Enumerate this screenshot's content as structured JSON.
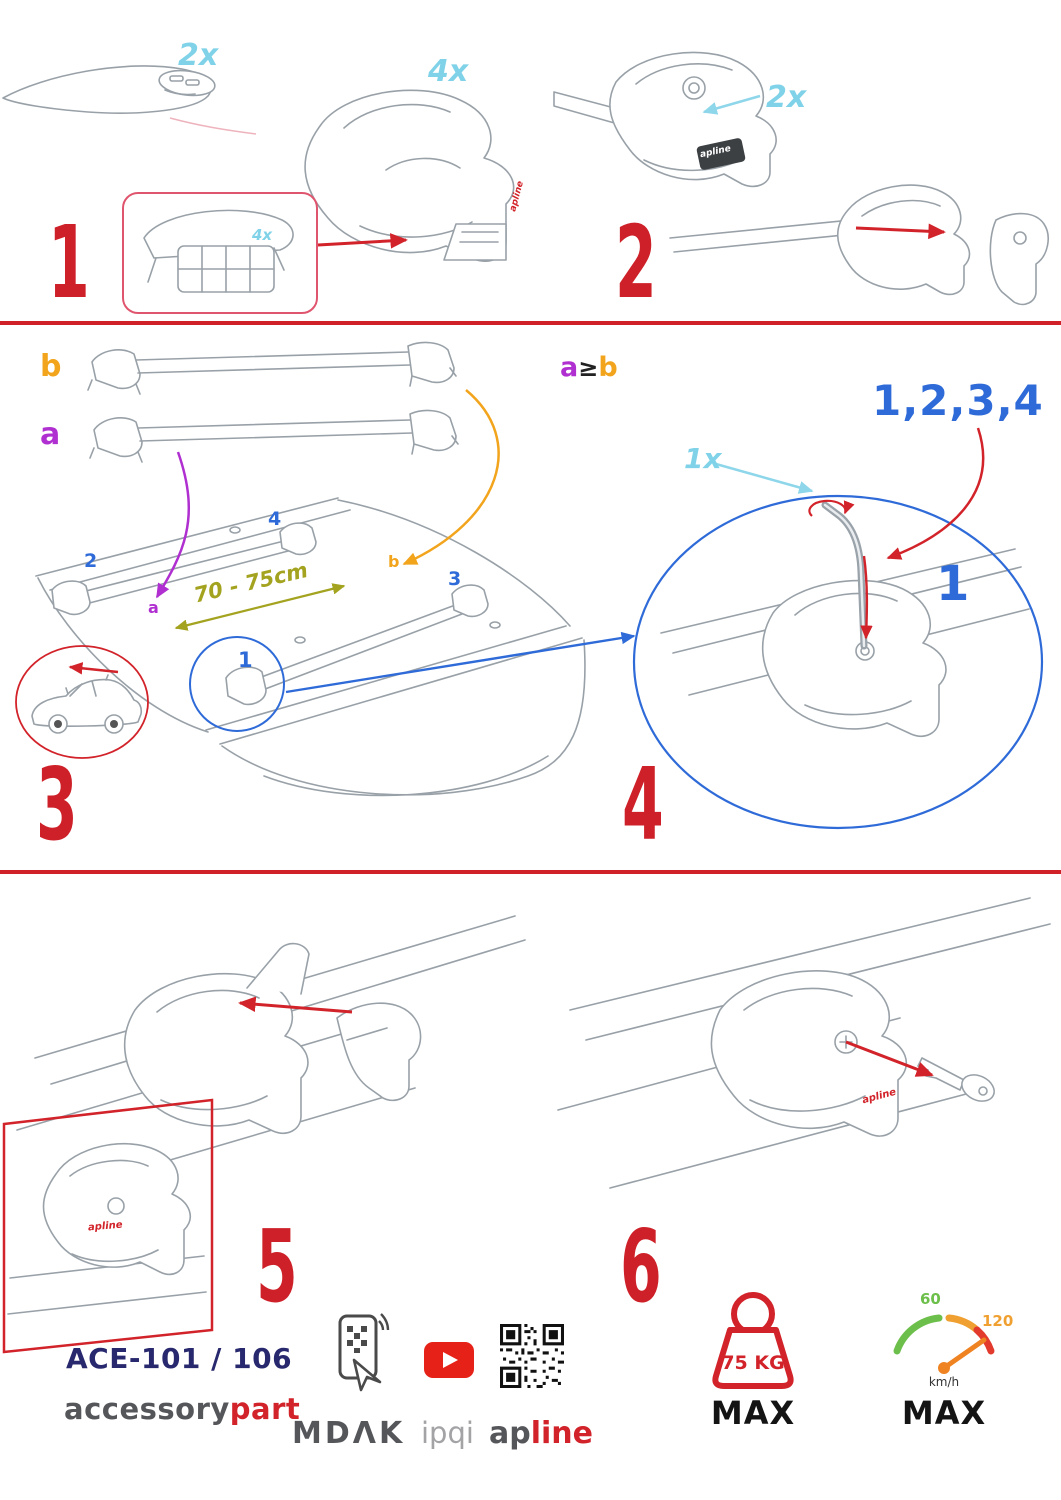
{
  "colors": {
    "accent_red": "#d2232a",
    "cyan": "#7fd2e8",
    "blue": "#2f6bd8",
    "purple": "#b02fd0",
    "orange": "#f2a41c",
    "olive": "#a4a31f",
    "navy": "#28286e",
    "gray": "#58595b",
    "speed_green": "#6cbf4a",
    "speed_orange": "#f0a030"
  },
  "steps": {
    "s1": {
      "number": "1",
      "bar_qty": "2x",
      "foot_qty": "4x",
      "pad_qty": "4x"
    },
    "s2": {
      "number": "2",
      "bolt_qty": "2x"
    },
    "s3": {
      "number": "3",
      "bar_b": "b",
      "bar_a": "a",
      "pos_1": "1",
      "pos_2": "2",
      "pos_3": "3",
      "pos_4": "4",
      "pos_a": "a",
      "pos_b": "b",
      "distance": "70 - 75cm"
    },
    "s4": {
      "number": "4",
      "rule_a": "a",
      "rule_op": "≥",
      "rule_b": "b",
      "tool_qty": "1x",
      "sequence": "1,2,3,4",
      "first_pos": "1"
    },
    "s5": {
      "number": "5"
    },
    "s6": {
      "number": "6"
    }
  },
  "branding": {
    "small": "apline"
  },
  "footer": {
    "model": "ACE-101 / 106",
    "brand_gray": "accessory",
    "brand_red": "part",
    "logo_mdak": "MDΛK",
    "logo_ipqi": "ipqi",
    "logo_ap": "ap",
    "logo_line": "line",
    "weight_value": "75 KG",
    "weight_max": "MAX",
    "speed_low": "60",
    "speed_high": "120",
    "speed_unit": "km/h",
    "speed_max": "MAX"
  },
  "icons": {
    "scan_qr_phone": "phone-with-qr",
    "youtube": "play-button",
    "qr": "qr-code",
    "max_load": "kettlebell-weight",
    "max_speed": "speedometer"
  }
}
